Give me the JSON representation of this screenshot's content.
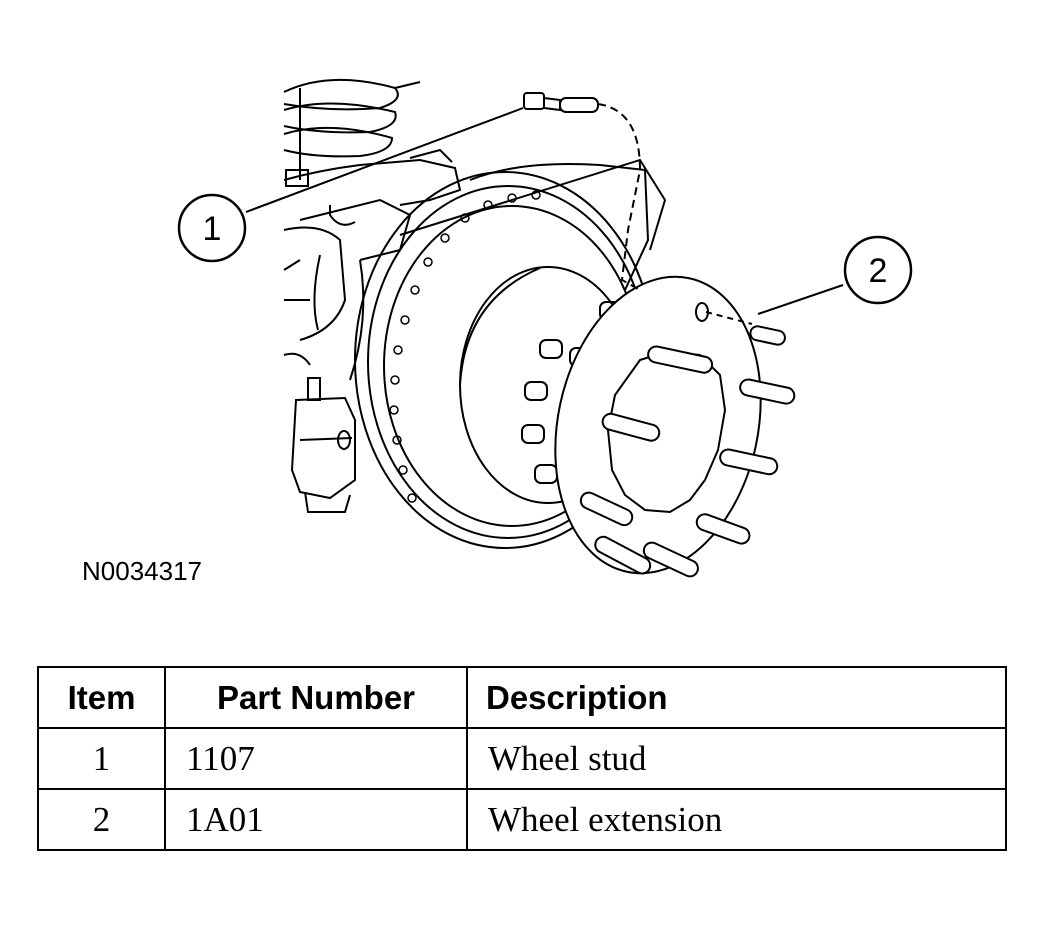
{
  "callouts": [
    "1",
    "2"
  ],
  "figure_id": "N0034317",
  "table": {
    "headers": [
      "Item",
      "Part Number",
      "Description"
    ],
    "rows": [
      {
        "item": "1",
        "part_number": "1107",
        "description": "Wheel stud"
      },
      {
        "item": "2",
        "part_number": "1A01",
        "description": "Wheel extension"
      }
    ]
  }
}
